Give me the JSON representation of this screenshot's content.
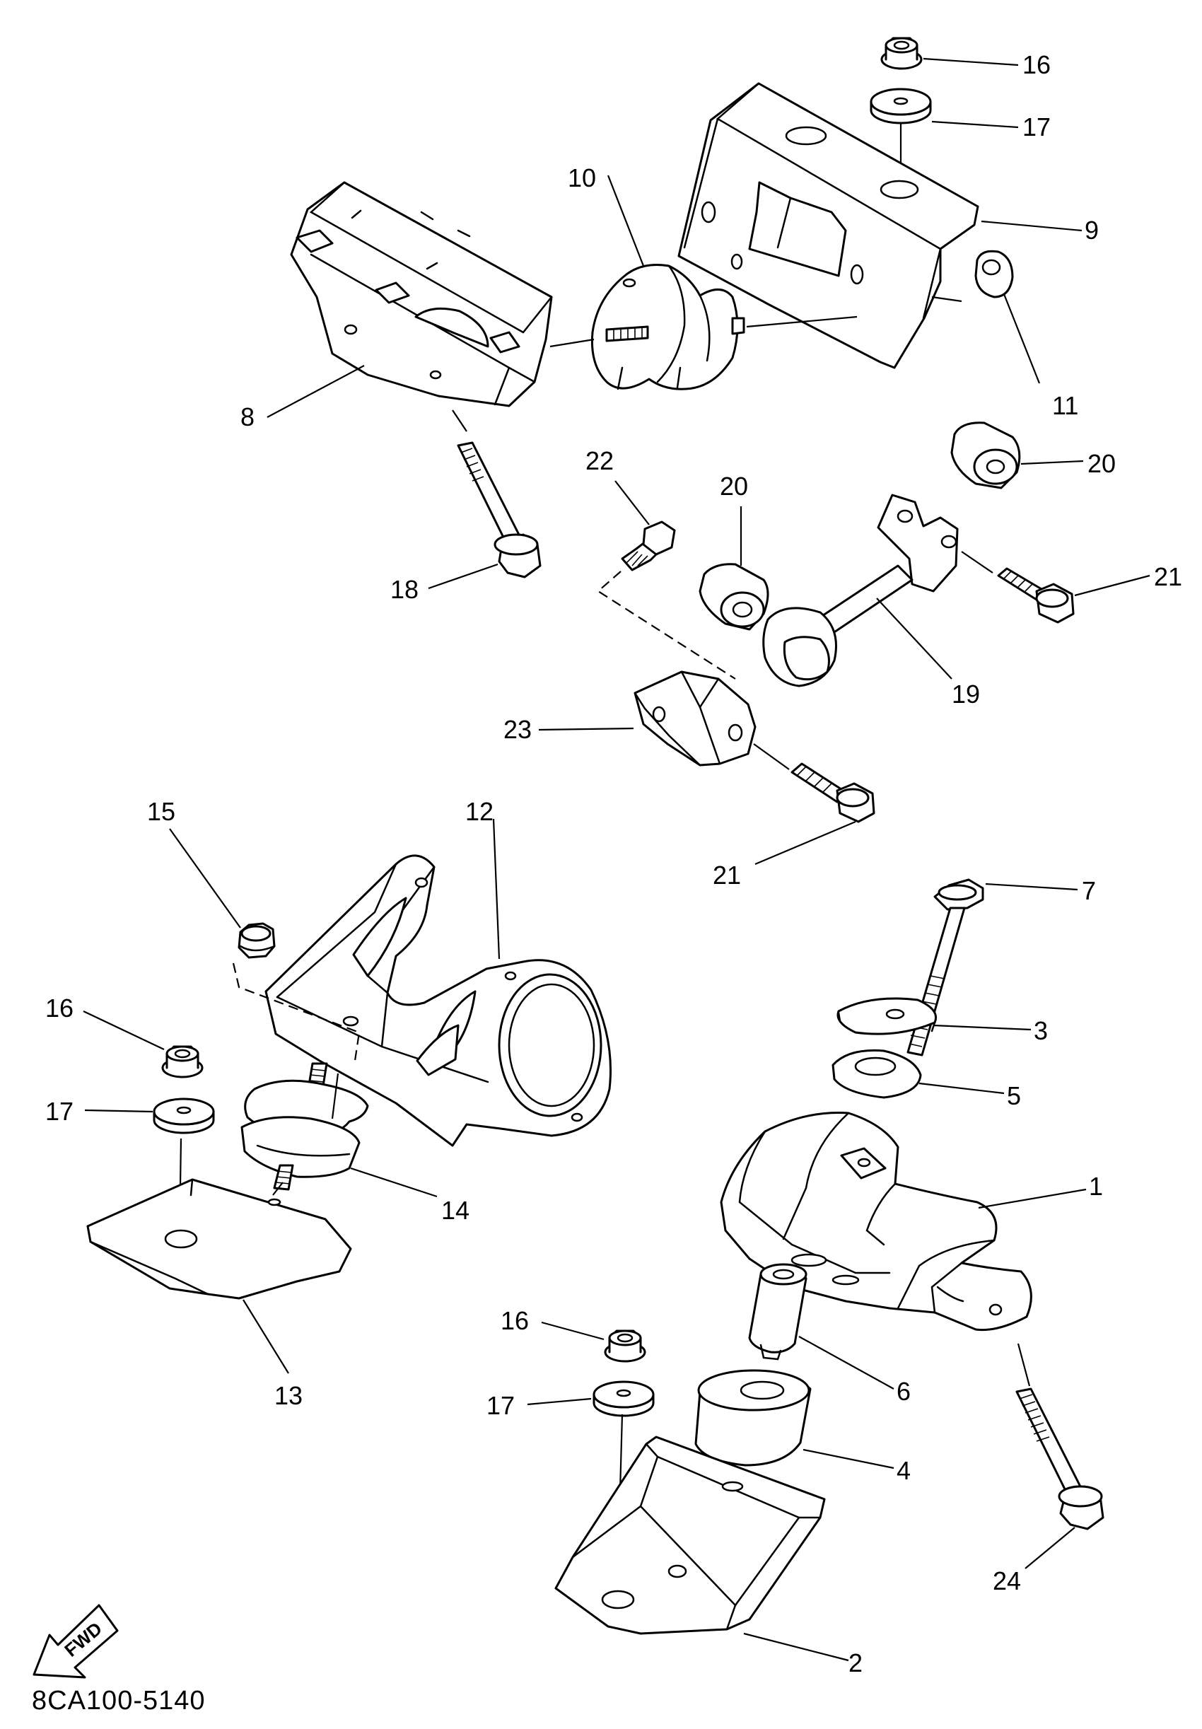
{
  "diagram_code": "8CA100-5140",
  "fwd_label": "FWD",
  "callouts": {
    "c1": "1",
    "c2": "2",
    "c3": "3",
    "c4": "4",
    "c5": "5",
    "c6": "6",
    "c7": "7",
    "c8": "8",
    "c9": "9",
    "c10": "10",
    "c11": "11",
    "c12": "12",
    "c13": "13",
    "c14": "14",
    "c15": "15",
    "c16a": "16",
    "c16b": "16",
    "c16c": "16",
    "c17a": "17",
    "c17b": "17",
    "c17c": "17",
    "c18": "18",
    "c19": "19",
    "c20a": "20",
    "c20b": "20",
    "c21a": "21",
    "c21b": "21",
    "c22": "22",
    "c23": "23",
    "c24": "24"
  }
}
